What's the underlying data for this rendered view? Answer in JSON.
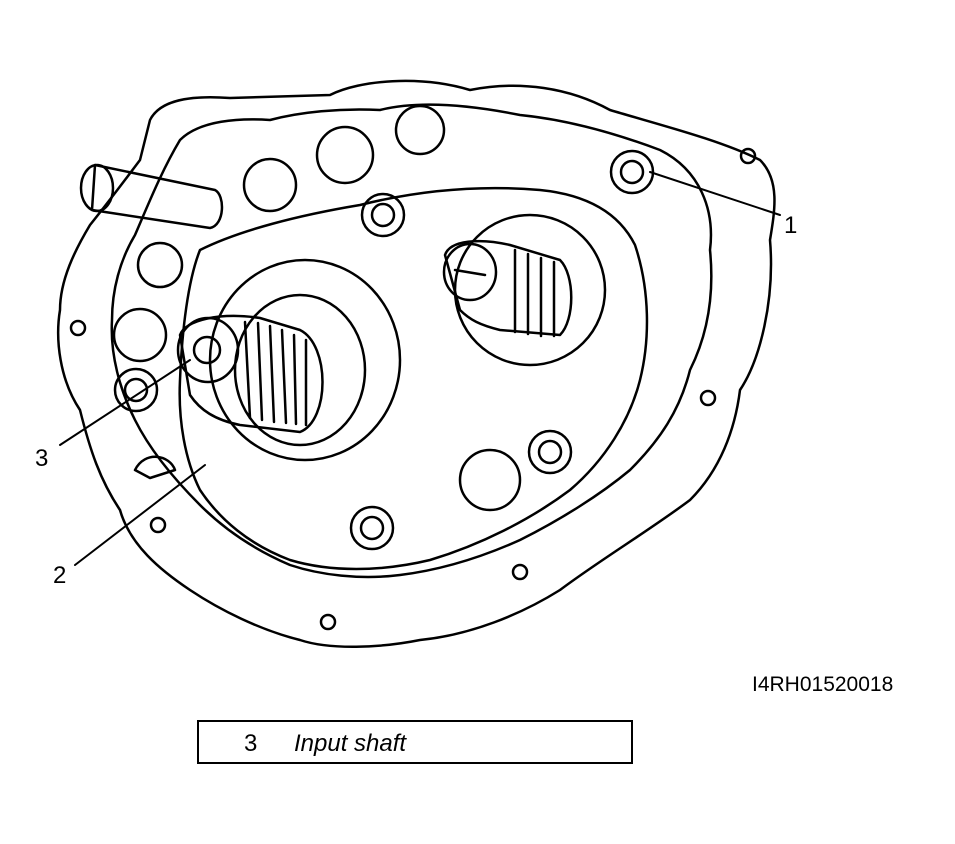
{
  "callouts": [
    {
      "id": "1",
      "label": "1"
    },
    {
      "id": "2",
      "label": "2"
    },
    {
      "id": "3",
      "label": "3"
    }
  ],
  "figure_code": "I4RH01520018",
  "legend": {
    "number": "3",
    "text": "Input shaft"
  },
  "colors": {
    "ink": "#000000",
    "paper": "#ffffff"
  }
}
